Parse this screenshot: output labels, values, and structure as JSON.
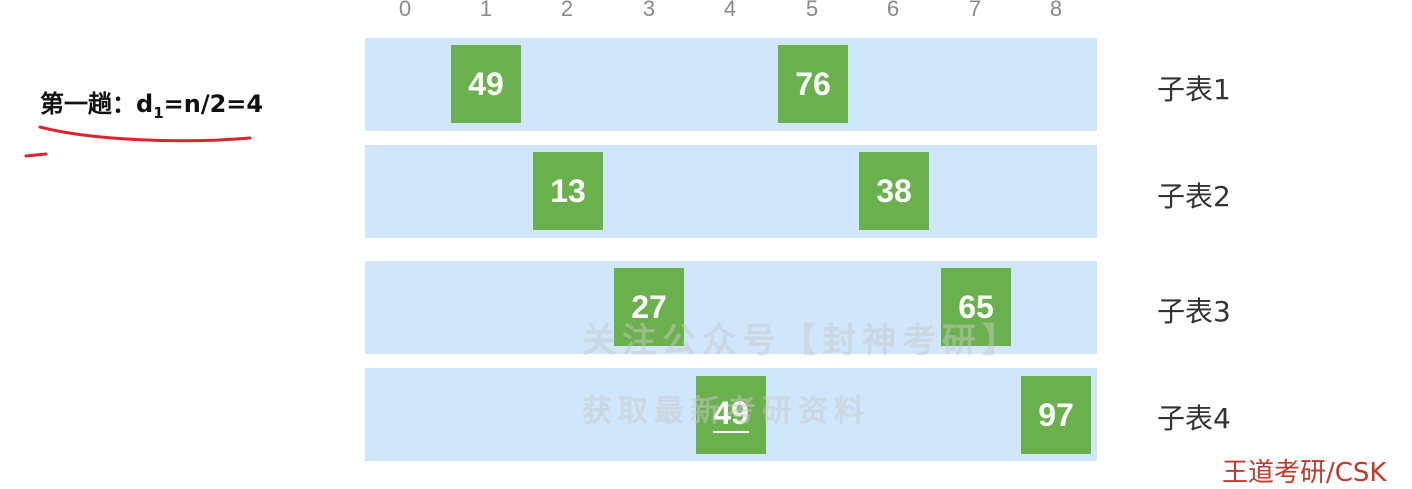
{
  "indices": [
    "0",
    "1",
    "2",
    "3",
    "4",
    "5",
    "6",
    "7",
    "8"
  ],
  "pass_label": {
    "prefix": "第一趟：",
    "d": "d",
    "sub": "1",
    "formula": "=n/2=4"
  },
  "rows": [
    {
      "label": "子表1",
      "cells": [
        {
          "index": 1,
          "value": "49"
        },
        {
          "index": 5,
          "value": "76"
        }
      ]
    },
    {
      "label": "子表2",
      "cells": [
        {
          "index": 2,
          "value": "13"
        },
        {
          "index": 6,
          "value": "38"
        }
      ]
    },
    {
      "label": "子表3",
      "cells": [
        {
          "index": 3,
          "value": "27"
        },
        {
          "index": 7,
          "value": "65"
        }
      ]
    },
    {
      "label": "子表4",
      "cells": [
        {
          "index": 4,
          "value": "49",
          "underlined": true
        },
        {
          "index": 8,
          "value": "97"
        }
      ]
    }
  ],
  "watermark": {
    "line1": "关注公众号【封神考研】",
    "line2": "获取最新考研资料"
  },
  "credit": "王道考研/CSK",
  "colors": {
    "row_background": "#cfe6fb",
    "cell": "#6ab04c",
    "annotation": "#d9262e"
  }
}
